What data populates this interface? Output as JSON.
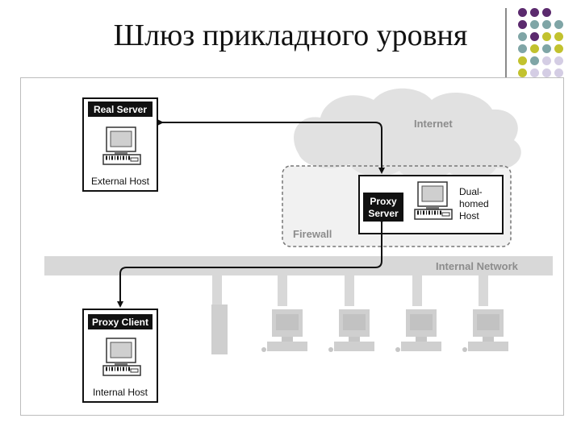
{
  "slide": {
    "title": "Шлюз прикладного уровня"
  },
  "diagram": {
    "real_server": {
      "tag": "Real Server",
      "caption": "External Host"
    },
    "proxy_server": {
      "tag_line1": "Proxy",
      "tag_line2": "Server",
      "caption_line1": "Dual-",
      "caption_line2": "homed",
      "caption_line3": "Host"
    },
    "proxy_client": {
      "tag": "Proxy Client",
      "caption": "Internal Host"
    },
    "internet_label": "Internet",
    "firewall_label": "Firewall",
    "network_label": "Internal Network"
  },
  "colors": {
    "dot_purple": "#5b2a6e",
    "dot_teal": "#7fa5a6",
    "dot_olive": "#c2c22e",
    "dot_lavender": "#d4cde4",
    "network_gray": "#d8d8d8",
    "cloud_gray": "#e1e1e1"
  }
}
